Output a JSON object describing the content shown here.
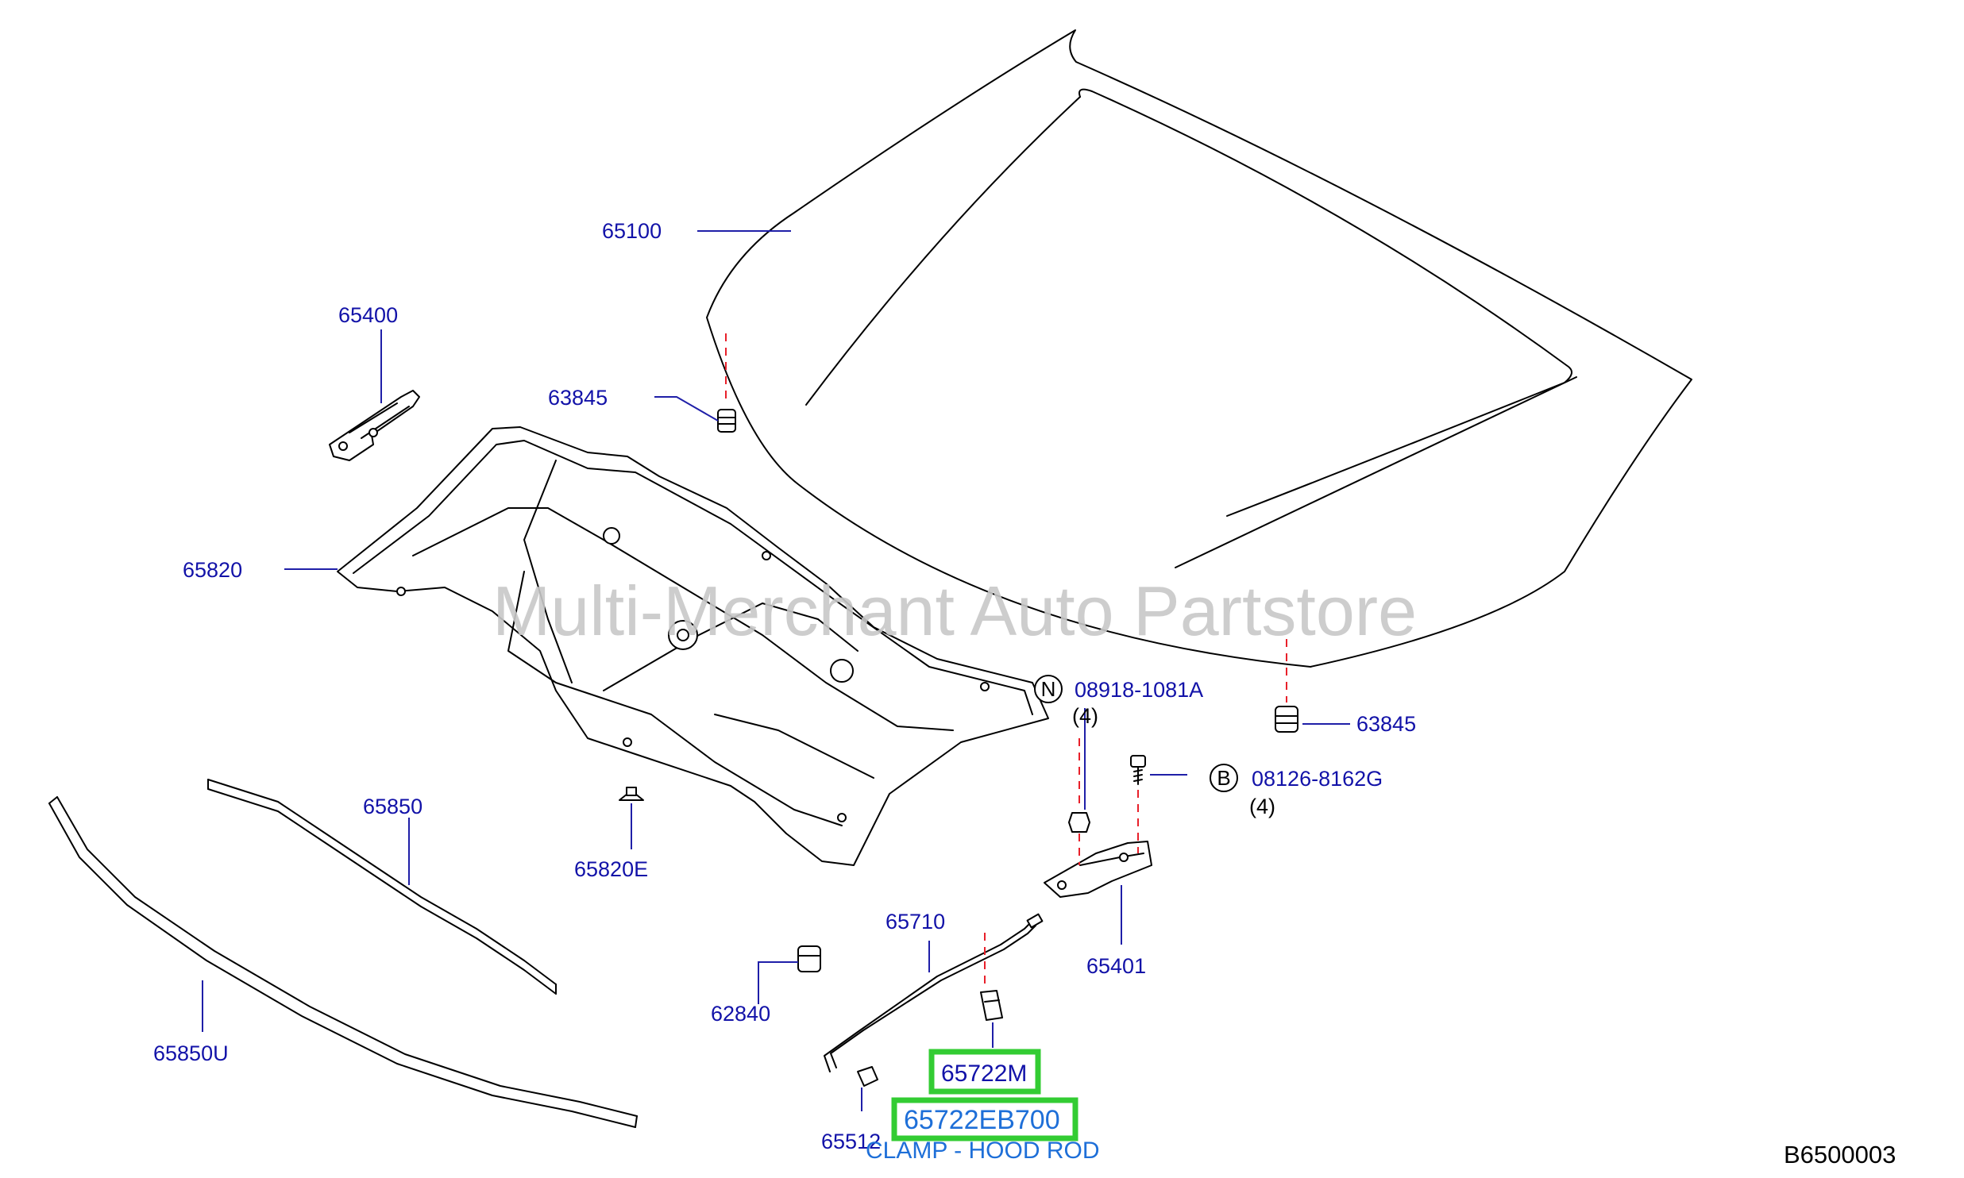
{
  "diagram": {
    "watermark": "Multi-Merchant Auto Partstore",
    "diagram_id": "B6500003",
    "callouts": {
      "hood": "65100",
      "hinge_left": "65400",
      "bumper_rubber_top": "63845",
      "bumper_rubber_bottom": "63845",
      "insulator": "65820",
      "insulator_clip": "65820E",
      "seal_upper": "65850",
      "seal_lower": "65850U",
      "stay_grommet": "62840",
      "hood_rod": "65710",
      "rod_holder": "65512",
      "hinge_right": "65401",
      "clamp_code": "65722M"
    },
    "fasteners": {
      "nut": {
        "symbol": "N",
        "part_no": "08918-1081A",
        "qty": "(4)"
      },
      "bolt": {
        "symbol": "B",
        "part_no": "08126-8162G",
        "qty": "(4)"
      }
    },
    "highlight": {
      "part_number": "65722EB700",
      "description": "CLAMP - HOOD ROD",
      "highlight_color": "#33cc33"
    }
  }
}
